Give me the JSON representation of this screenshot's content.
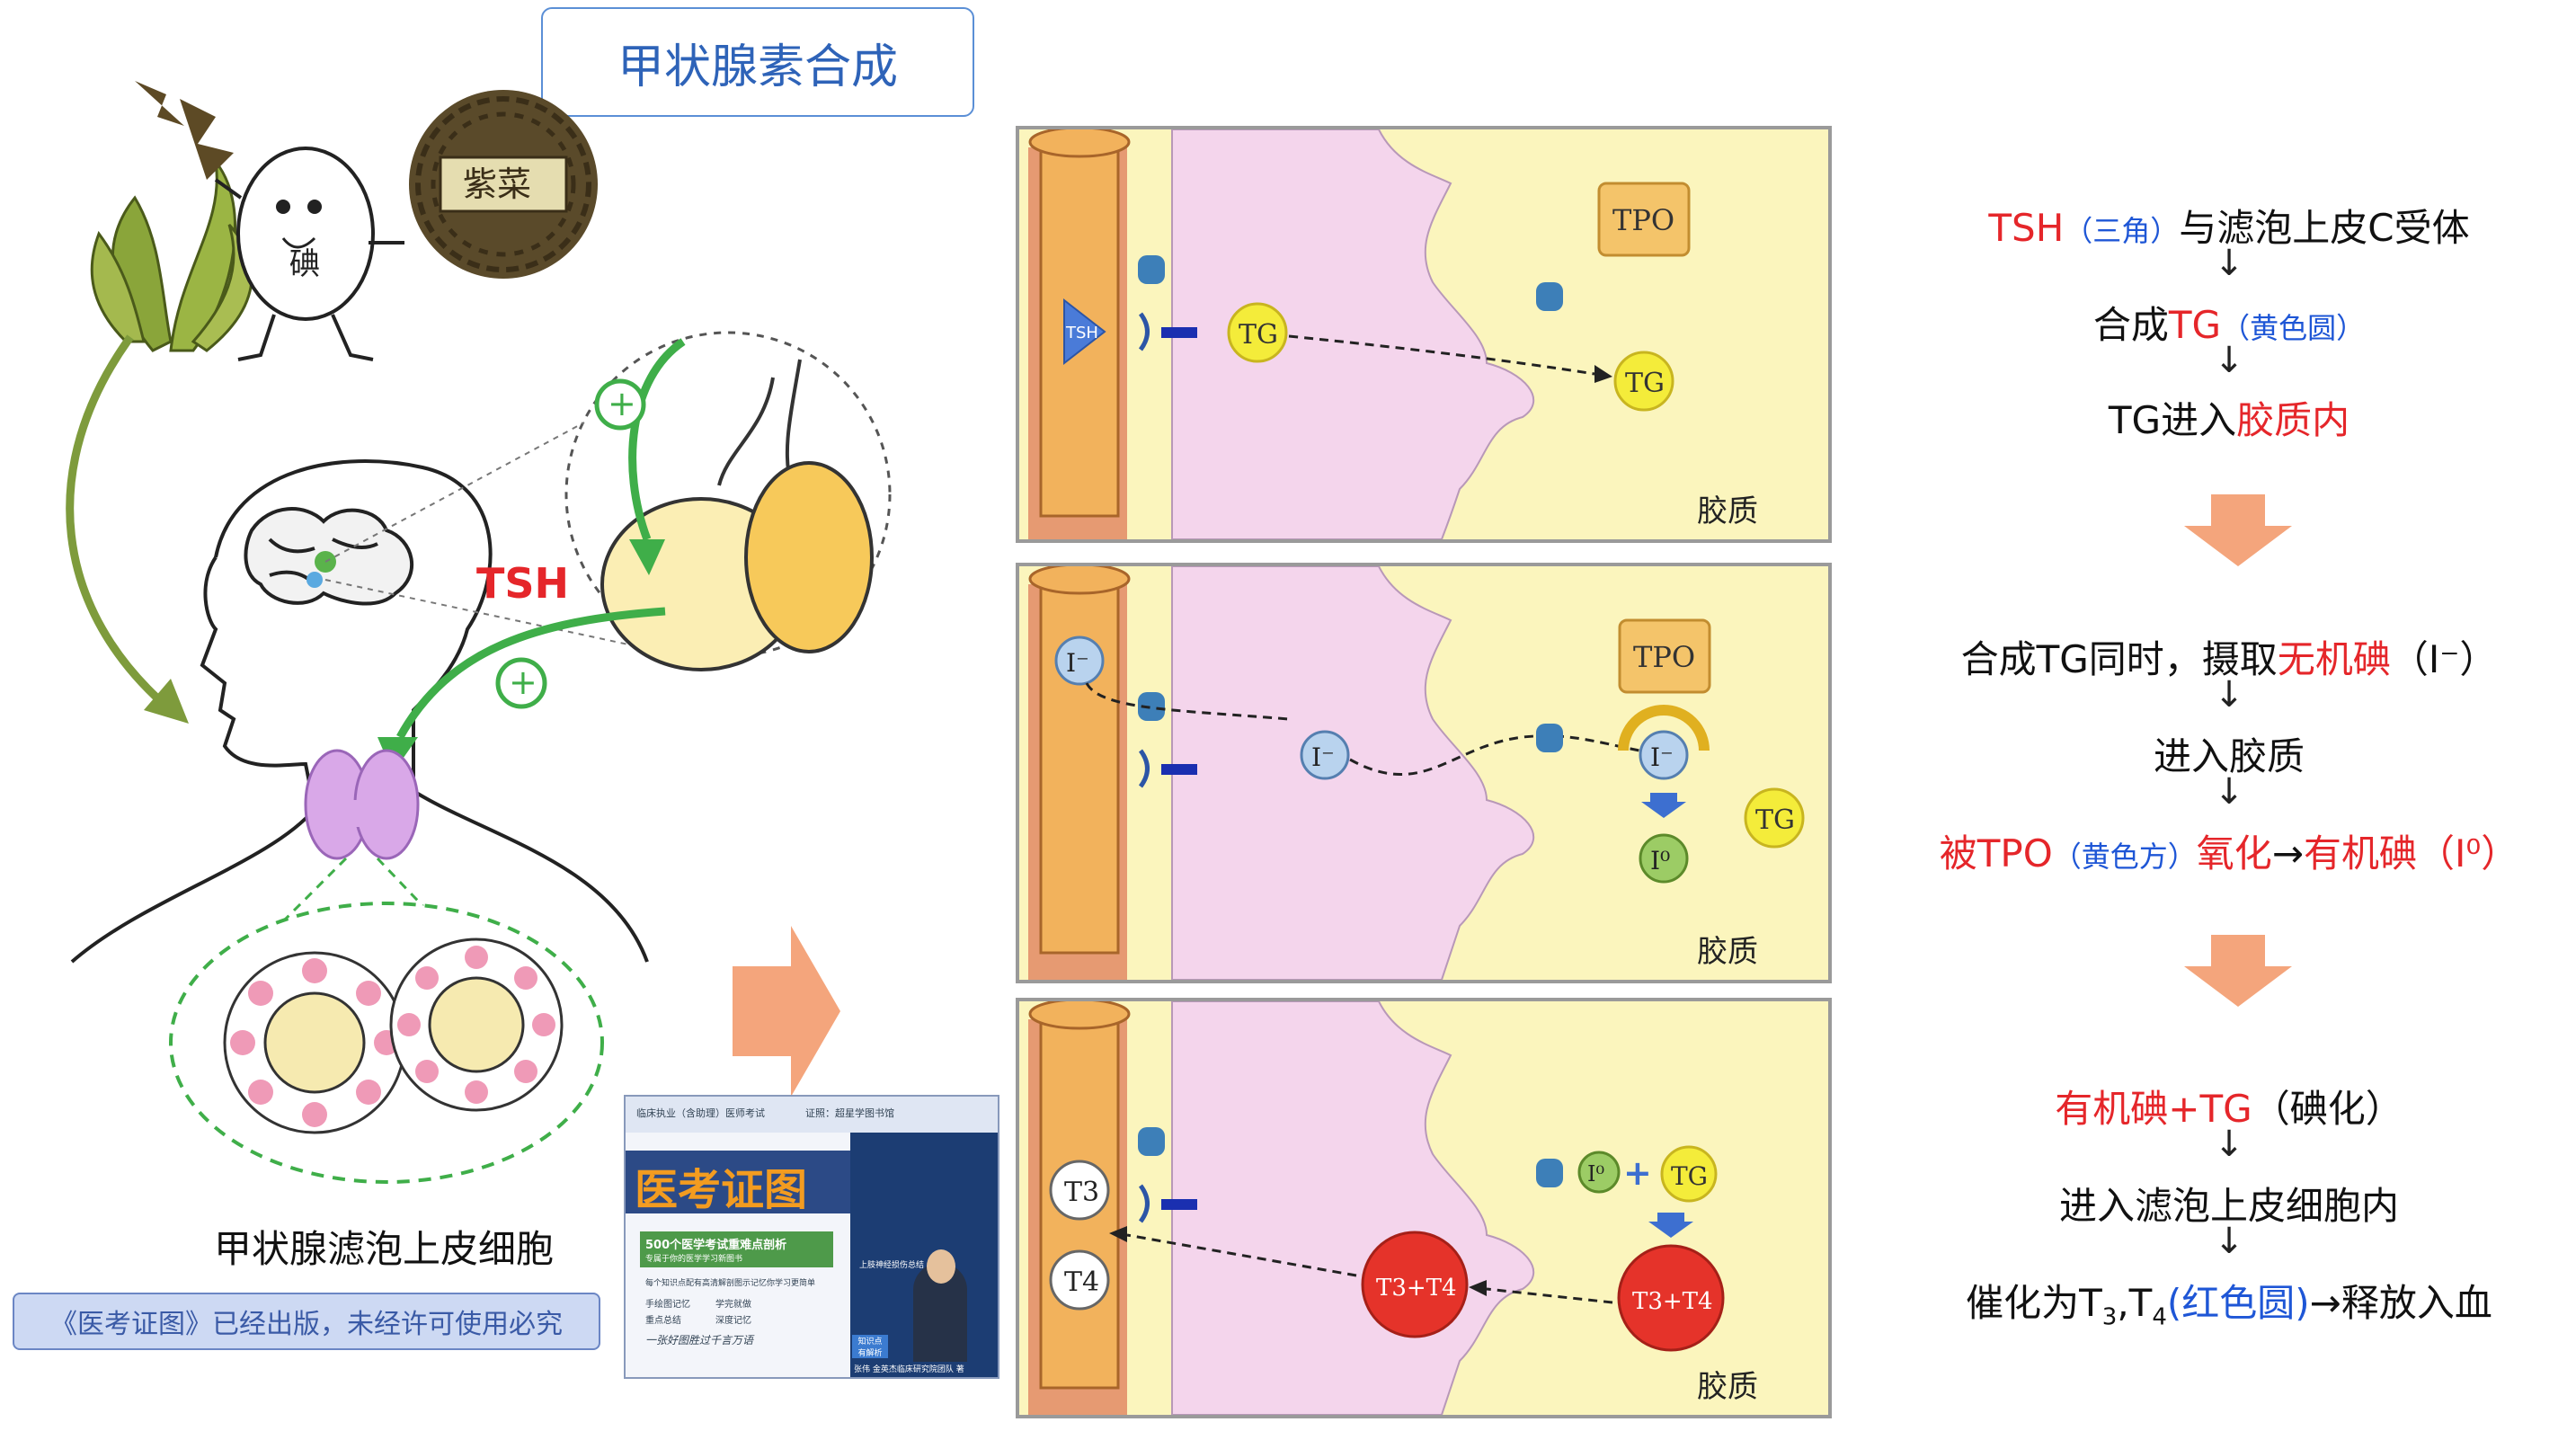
{
  "title": "甲状腺素合成",
  "left": {
    "seaweed_label": "紫菜",
    "iodine_label": "碘",
    "tsh_label": "TSH",
    "plus_sign": "⊕",
    "caption": "甲状腺滤泡上皮细胞",
    "copyright": "《医考证图》已经出版，未经许可使用必究"
  },
  "book": {
    "header": "临床执业（含助理）医师考试",
    "subheader": "证照：超星学图书馆",
    "title": "医考证图",
    "count_line": "500个医学考试重难点剖析",
    "lines": [
      "专属于你的医学学习新图书",
      "每个知识点配有高清解剖图示记忆你学习更简单"
    ],
    "checks": [
      "手绘图记忆",
      "学完就做",
      "重点总结",
      "深度记忆"
    ],
    "slogan": "一张好图胜过千言万语",
    "author": "张伟 金英杰临床研究院团队 著",
    "badge": "知识点",
    "badge2": "有解析",
    "topic": "上肢神经损伤总结"
  },
  "panels": {
    "colloid_label": "胶质",
    "tsh": "TSH",
    "tg": "TG",
    "tpo": "TPO",
    "iodide": "I⁻",
    "iodine0": "I⁰",
    "plus": "+",
    "t3": "T3",
    "t4": "T4",
    "t3t4": "T3+T4"
  },
  "flow": {
    "s1_red": "TSH",
    "s1_blue": "（三角）",
    "s1_rest": "与滤泡上皮C受体",
    "s2_a": "合成",
    "s2_red": "TG",
    "s2_blue": "（黄色圆）",
    "s3_a": "TG进入",
    "s3_red": "胶质内",
    "s4_a": "合成TG同时，摄取",
    "s4_red": "无机碘",
    "s4_b": "（I⁻）",
    "s5": "进入胶质",
    "s6_red1": "被TPO",
    "s6_blue": "（黄色方）",
    "s6_red2": "氧化",
    "s6_arrow": "→",
    "s6_red3": "有机碘",
    "s6_b": "（I⁰）",
    "s7_red": "有机碘+TG",
    "s7_rest": "（碘化）",
    "s8": "进入滤泡上皮细胞内",
    "s9_a": "催化为T",
    "s9_sub1": "3",
    "s9_comma": ",T",
    "s9_sub2": "4",
    "s9_blue": "(红色圆)",
    "s9_rest": "→释放入血",
    "arrow": "↓"
  },
  "colors": {
    "accent_red": "#e5262a",
    "accent_blue": "#1e56d6",
    "title_blue": "#2e63b8",
    "colloid_yellow": "#fbf5bd",
    "cell_pink": "#f4d5ec",
    "vessel_orange": "#f2b25c",
    "arrow_salmon": "#f4a57c",
    "tsh_green": "#3fae49"
  }
}
